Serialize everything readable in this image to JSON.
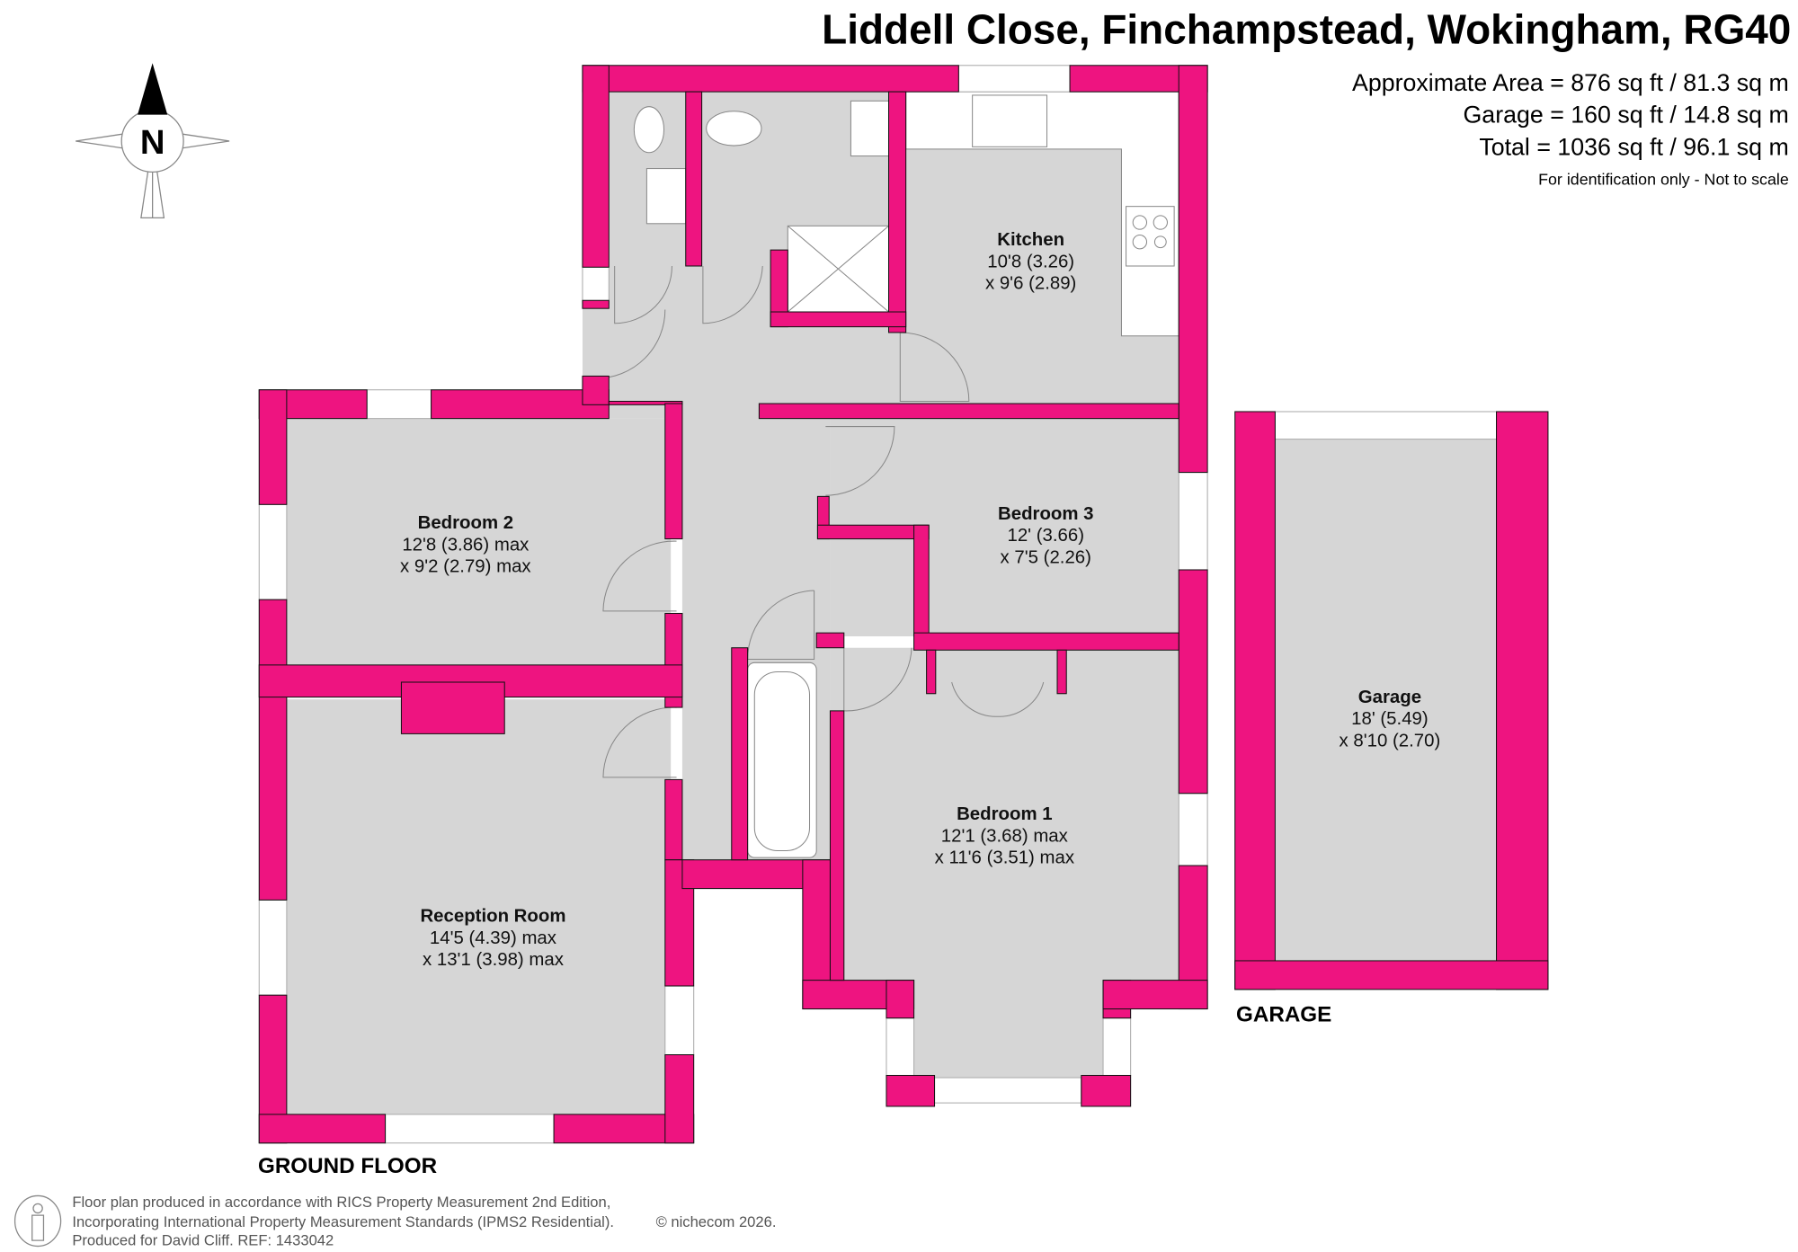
{
  "header": {
    "title": "Liddell Close, Finchampstead, Wokingham, RG40",
    "approx_area": "Approximate Area = 876 sq ft / 81.3 sq m",
    "garage_area": "Garage = 160 sq ft / 14.8 sq m",
    "total_area": "Total = 1036 sq ft / 96.1 sq m",
    "disclaimer": "For identification only - Not to scale"
  },
  "compass": {
    "label": "N"
  },
  "rooms": {
    "kitchen": {
      "name": "Kitchen",
      "dim1": "10'8 (3.26)",
      "dim2": "x 9'6 (2.89)"
    },
    "bedroom2": {
      "name": "Bedroom 2",
      "dim1": "12'8 (3.86) max",
      "dim2": "x 9'2 (2.79) max"
    },
    "bedroom3": {
      "name": "Bedroom 3",
      "dim1": "12' (3.66)",
      "dim2": "x 7'5 (2.26)"
    },
    "bedroom1": {
      "name": "Bedroom 1",
      "dim1": "12'1 (3.68) max",
      "dim2": "x 11'6 (3.51) max"
    },
    "reception": {
      "name": "Reception Room",
      "dim1": "14'5 (4.39) max",
      "dim2": "x 13'1 (3.98) max"
    },
    "garage": {
      "name": "Garage",
      "dim1": "18' (5.49)",
      "dim2": "x 8'10 (2.70)"
    }
  },
  "floor_labels": {
    "ground": "GROUND FLOOR",
    "garage": "GARAGE"
  },
  "footer": {
    "line1": "Floor plan produced in accordance with RICS Property Measurement 2nd Edition,",
    "line2": "Incorporating International Property Measurement Standards (IPMS2 Residential).",
    "copyright": "© nichecom 2026.",
    "line3": "Produced for David Cliff.   REF: 1433042"
  },
  "colors": {
    "wall": "#EE1480",
    "floor": "#d6d6d6"
  }
}
